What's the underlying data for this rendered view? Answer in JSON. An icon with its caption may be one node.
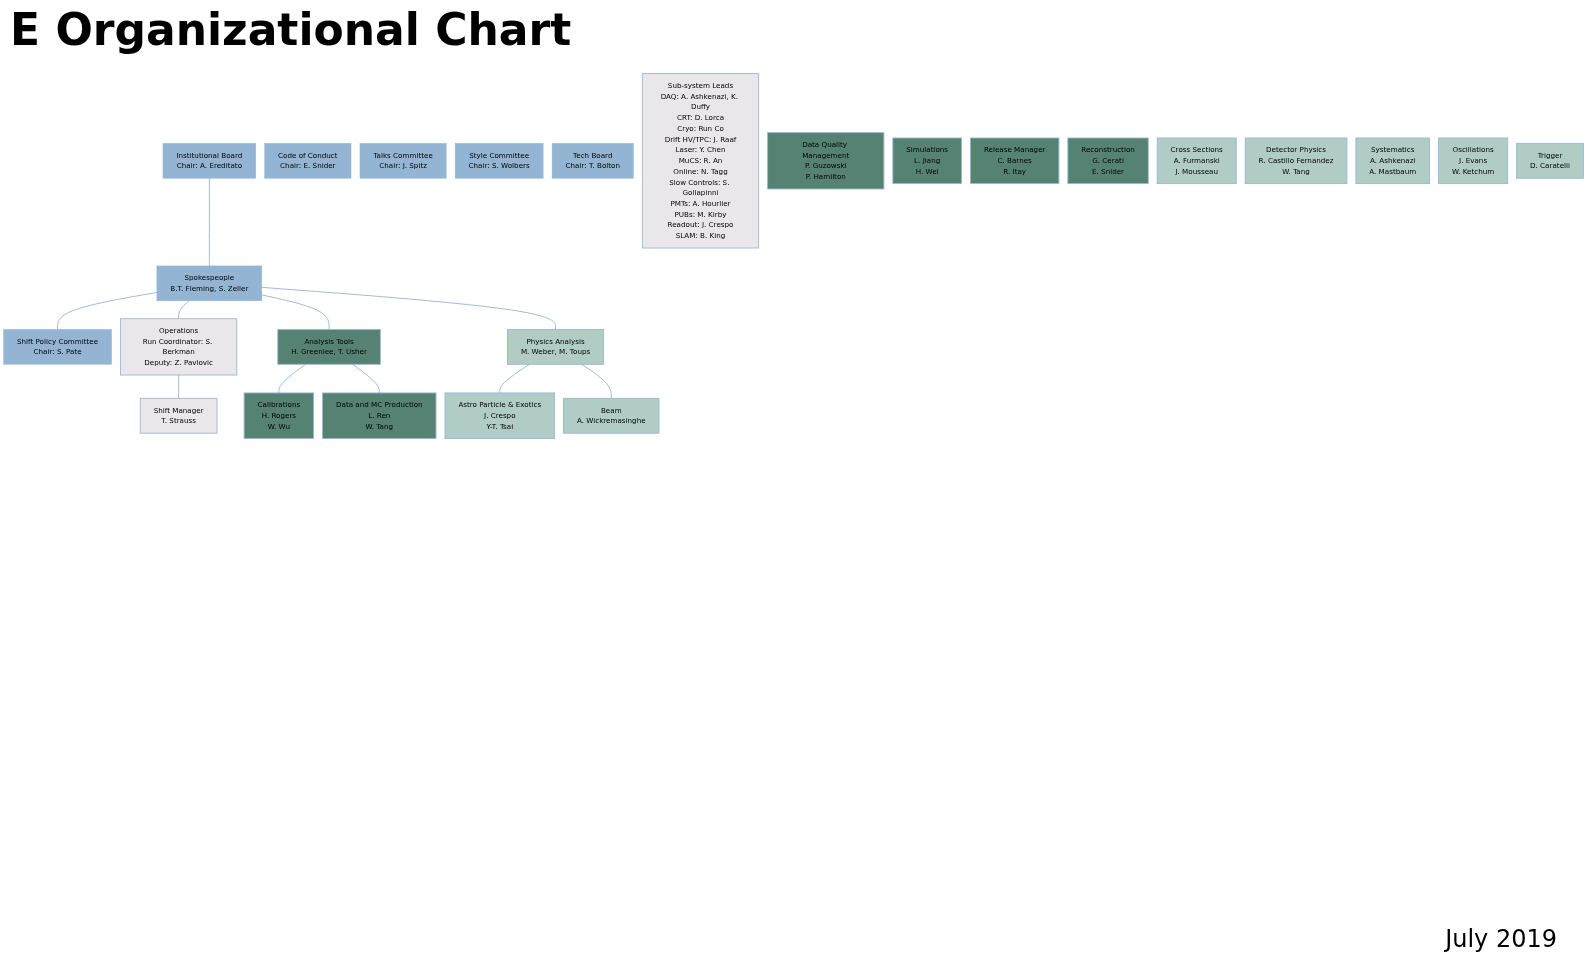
{
  "diagram": {
    "title": "E Organizational Chart",
    "nodes": [
      {
        "text": [
          "Institutional Board",
          "Chair: A. Ereditato"
        ]
      },
      {
        "text": [
          "Spokespeople",
          "B.T. Fleming, S. Zeller"
        ]
      },
      {
        "text": [
          "Shift Policy Committee",
          "Chair: S. Pate"
        ]
      },
      {
        "text": [
          "Code of Conduct",
          "Chair: E. Snider"
        ]
      },
      {
        "text": [
          "Talks Committee",
          "Chair: J. Spitz"
        ]
      },
      {
        "text": [
          "Style Committee",
          "Chair: S. Wolbers"
        ]
      },
      {
        "text": [
          "Tech Board",
          "Chair: T. Bolton"
        ]
      },
      {
        "text": [
          "Operations",
          "Run Coordinator: S. Berkman",
          "Deputy: Z. Pavlovic"
        ]
      },
      {
        "text": [
          "Analysis Tools",
          "H. Greenlee, T. Usher"
        ]
      },
      {
        "text": [
          "Physics Analysis",
          "M. Weber, M. Toups"
        ]
      },
      {
        "text": [
          "Shift Manager",
          "T. Strauss"
        ]
      },
      {
        "text": [
          "Sub-system Leads",
          "DAQ: A. Ashkenazi, K. Duffy",
          "CRT: D. Lorca",
          "Cryo: Run Co",
          "Drift HV/TPC: J. Raaf",
          "Laser: Y. Chen",
          "MuCS: R. An",
          "Online: N. Tagg",
          "Slow Controls: S. Gollapinni",
          "PMTs: A. Hourlier",
          "PUBs: M. Kirby",
          "Readout: J. Crespo",
          "SLAM: B. King"
        ]
      },
      {
        "text": [
          "Calibrations",
          "H. Rogers",
          "W. Wu"
        ]
      },
      {
        "text": [
          "Data and MC Production",
          "L. Ren",
          "W. Tang"
        ]
      },
      {
        "text": [
          "Data Quality Management",
          "P. Guzowski",
          "P. Hamilton"
        ]
      },
      {
        "text": [
          "Simulations",
          "L. Jiang",
          "H. Wei"
        ]
      },
      {
        "text": [
          "Release Manager",
          "C. Barnes",
          "R. Itay"
        ]
      },
      {
        "text": [
          "Reconstruction",
          "G. Cerati",
          "E. Snider"
        ]
      },
      {
        "text": [
          "Astro Particle & Exotics",
          "J. Crespo",
          "Y-T. Tsai"
        ]
      },
      {
        "text": [
          "Beam",
          "A. Wickremasinghe"
        ]
      },
      {
        "text": [
          "Cross Sections",
          "A. Furmanski",
          "J. Mousseau"
        ]
      },
      {
        "text": [
          "Detector Physics",
          "R. Castillo Fernandez",
          "W. Tang"
        ]
      },
      {
        "text": [
          "Systematics",
          "A. Ashkenazi",
          "A. Mastbaum"
        ]
      },
      {
        "text": [
          "Oscillations",
          "J. Evans",
          "W. Ketchum"
        ]
      },
      {
        "text": [
          "Trigger",
          "D. Caratelli"
        ]
      }
    ],
    "edges": [
      {
        "from": 0,
        "to": 1,
        "arrow": "none"
      },
      {
        "from": 1,
        "to": 2,
        "arrow": "none"
      },
      {
        "from": 1,
        "to": 7,
        "arrow": "none"
      },
      {
        "from": 1,
        "to": 8,
        "arrow": "none"
      },
      {
        "from": 1,
        "to": 9,
        "arrow": "none"
      },
      {
        "from": 7,
        "to": 10,
        "arrow": "none"
      },
      {
        "from": 8,
        "to": 12,
        "arrow": "none"
      },
      {
        "from": 8,
        "to": 13,
        "arrow": "none"
      },
      {
        "from": 9,
        "to": 18,
        "arrow": "none"
      },
      {
        "from": 9,
        "to": 19,
        "arrow": "none"
      }
    ],
    "labels": [
      "July 2019"
    ]
  }
}
